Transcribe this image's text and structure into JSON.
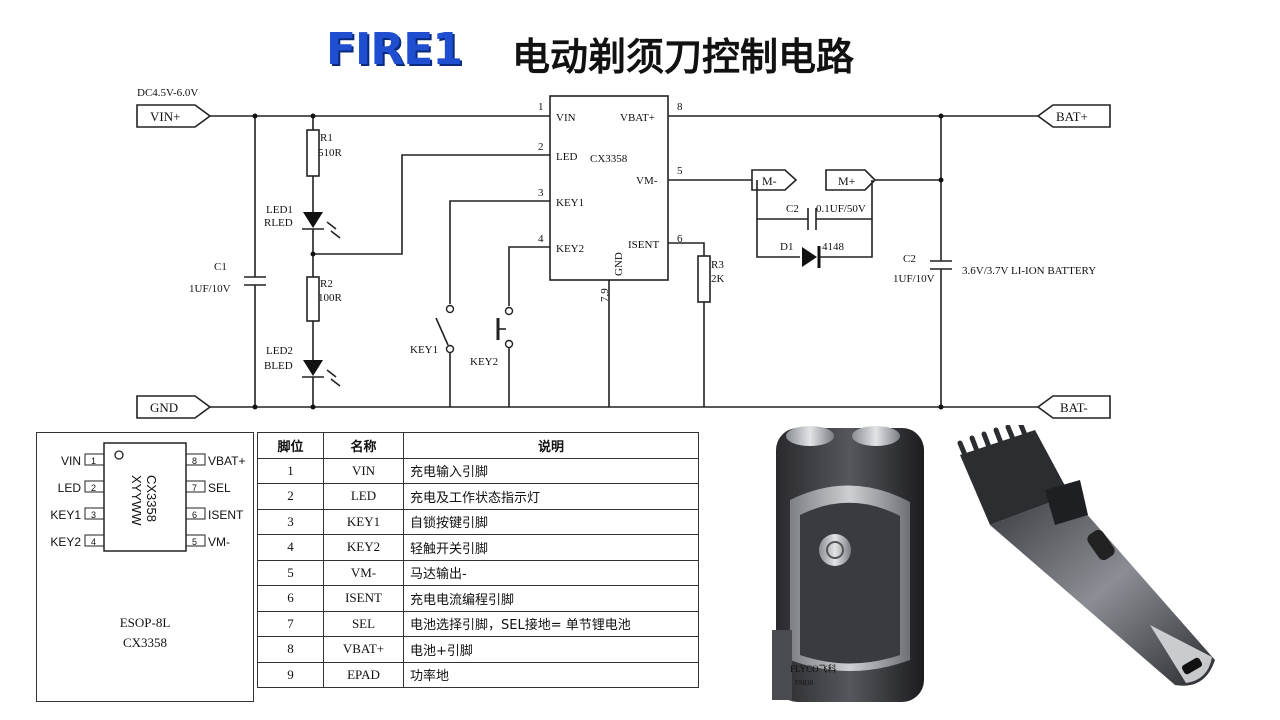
{
  "header": {
    "logo": "FIRE1",
    "title": "电动剃须刀控制电路"
  },
  "schematic": {
    "supply_label": "DC4.5V-6.0V",
    "ports": {
      "vin": "VIN+",
      "gnd": "GND",
      "bat_plus": "BAT+",
      "bat_minus": "BAT-",
      "m_minus": "M-",
      "m_plus": "M+"
    },
    "ic": {
      "name": "CX3358",
      "pins_left": [
        {
          "num": "1",
          "label": "VIN"
        },
        {
          "num": "2",
          "label": "LED"
        },
        {
          "num": "3",
          "label": "KEY1"
        },
        {
          "num": "4",
          "label": "KEY2"
        }
      ],
      "pins_right": [
        {
          "num": "8",
          "label": "VBAT+"
        },
        {
          "num": "5",
          "label": "VM-"
        },
        {
          "num": "6",
          "label": "ISENT"
        }
      ],
      "gnd_label": "GND",
      "gnd_pins": "7,9"
    },
    "components": {
      "r1_name": "R1",
      "r1_value": "510R",
      "r2_name": "R2",
      "r2_value": "100R",
      "r3_name": "R3",
      "r3_value": "2K",
      "led1_name": "LED1",
      "led1_type": "RLED",
      "led2_name": "LED2",
      "led2_type": "BLED",
      "c1_name": "C1",
      "c1_value": "1UF/10V",
      "c2a_name": "C2",
      "c2a_value": "0.1UF/50V",
      "c2b_name": "C2",
      "c2b_value": "1UF/10V",
      "d1_name": "D1",
      "d1_value": "4148",
      "key1": "KEY1",
      "key2": "KEY2",
      "battery": "3.6V/3.7V LI-ION BATTERY"
    }
  },
  "package": {
    "left_pins": [
      {
        "label": "VIN",
        "num": "1"
      },
      {
        "label": "LED",
        "num": "2"
      },
      {
        "label": "KEY1",
        "num": "3"
      },
      {
        "label": "KEY2",
        "num": "4"
      }
    ],
    "right_pins": [
      {
        "num": "8",
        "label": "VBAT+"
      },
      {
        "num": "7",
        "label": "SEL"
      },
      {
        "num": "6",
        "label": "ISENT"
      },
      {
        "num": "5",
        "label": "VM-"
      }
    ],
    "chip_text_1": "CX3358",
    "chip_text_2": "XYYWW",
    "package_type": "ESOP-8L",
    "part": "CX3358"
  },
  "pin_table": {
    "headers": [
      "脚位",
      "名称",
      "说明"
    ],
    "rows": [
      {
        "pin": "1",
        "name": "VIN",
        "desc": "充电输入引脚"
      },
      {
        "pin": "2",
        "name": "LED",
        "desc": "充电及工作状态指示灯"
      },
      {
        "pin": "3",
        "name": "KEY1",
        "desc": "自锁按键引脚"
      },
      {
        "pin": "4",
        "name": "KEY2",
        "desc": "轻触开关引脚"
      },
      {
        "pin": "5",
        "name": "VM-",
        "desc": "马达输出-"
      },
      {
        "pin": "6",
        "name": "ISENT",
        "desc": "充电电流编程引脚"
      },
      {
        "pin": "7",
        "name": "SEL",
        "desc": "电池选择引脚，SEL接地= 单节锂电池"
      },
      {
        "pin": "8",
        "name": "VBAT+",
        "desc": "电池+引脚"
      },
      {
        "pin": "9",
        "name": "EPAD",
        "desc": "功率地"
      }
    ]
  },
  "photos": {
    "shaver_brand": "FLYCO飞科",
    "shaver_model": "FS830"
  }
}
